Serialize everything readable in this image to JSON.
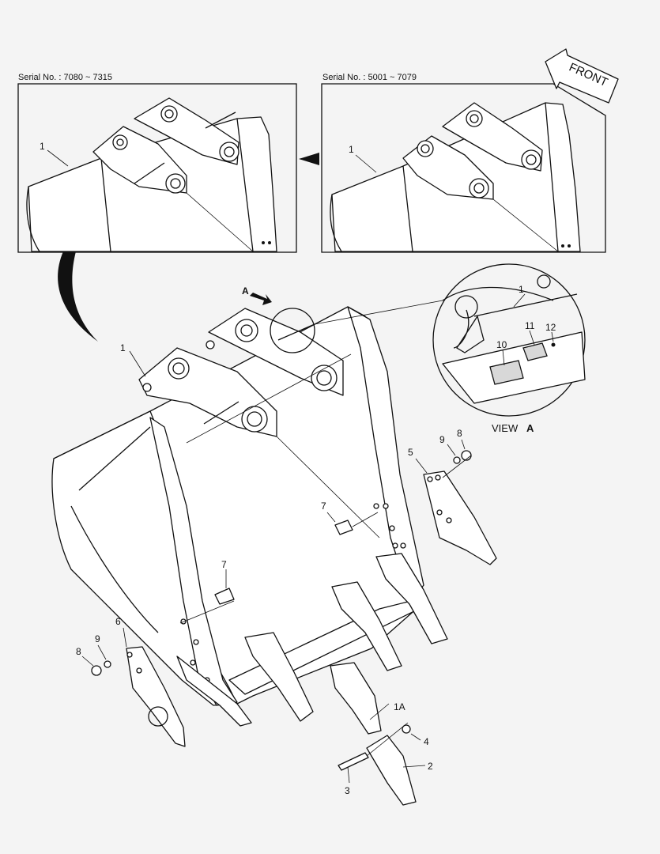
{
  "insets": {
    "left_serial": "Serial No. : 7080 ~ 7315",
    "right_serial": "Serial No. : 5001 ~ 7079",
    "left_callout": "1",
    "right_callout": "1"
  },
  "front_label": "FRONT",
  "view": {
    "arrow_label": "A",
    "caption_prefix": "VIEW",
    "caption_letter": "A",
    "callouts": [
      "1",
      "10",
      "11",
      "12"
    ]
  },
  "callouts": {
    "c1": "1",
    "c1A": "1A",
    "c2": "2",
    "c3": "3",
    "c4": "4",
    "c5": "5",
    "c6": "6",
    "c7a": "7",
    "c7b": "7",
    "c8a": "8",
    "c8b": "8",
    "c9a": "9",
    "c9b": "9"
  }
}
